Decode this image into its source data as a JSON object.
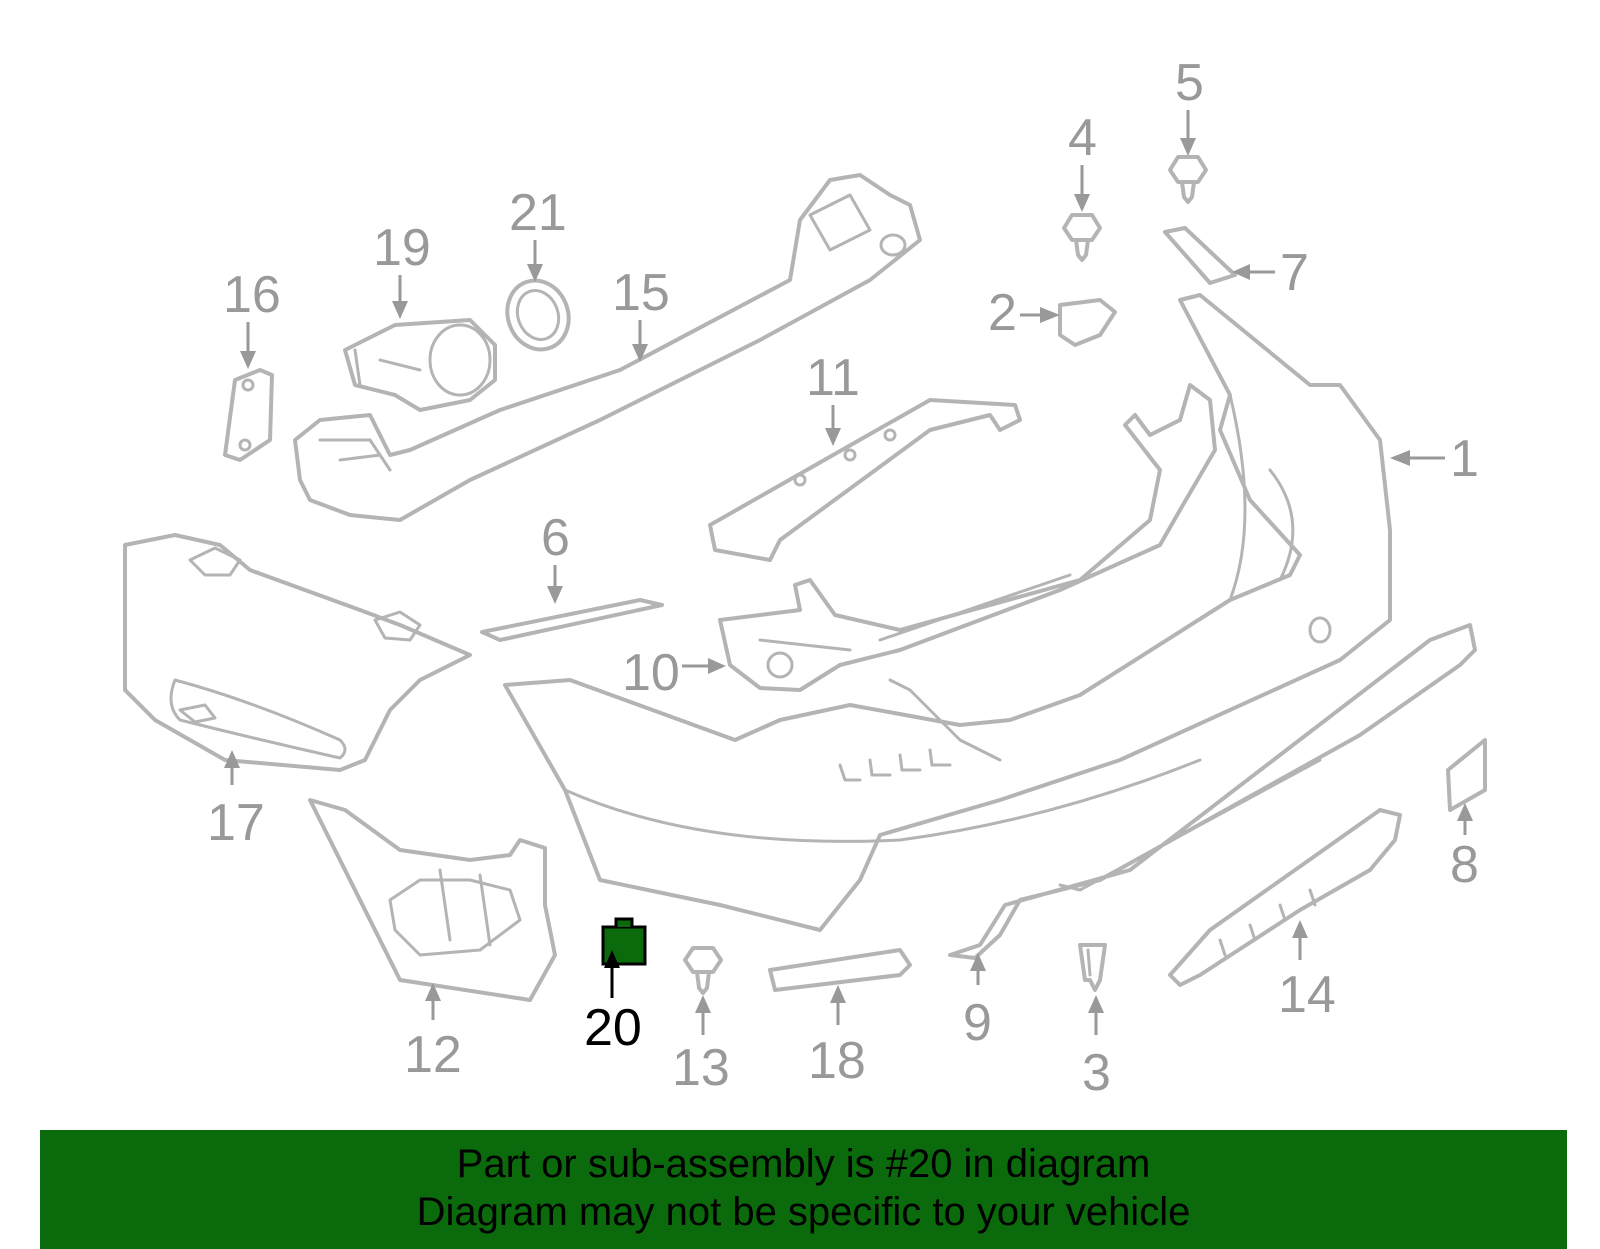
{
  "diagram": {
    "highlighted_part": "20",
    "highlight_color": "#0b6a0b",
    "callouts": [
      "1",
      "2",
      "3",
      "4",
      "5",
      "6",
      "7",
      "8",
      "9",
      "10",
      "11",
      "12",
      "13",
      "14",
      "15",
      "16",
      "17",
      "18",
      "19",
      "20",
      "21"
    ]
  },
  "banner": {
    "line1": "Part or sub-assembly is #20 in diagram",
    "line2": "Diagram may not be specific to your vehicle",
    "background": "#0b6a0b"
  }
}
